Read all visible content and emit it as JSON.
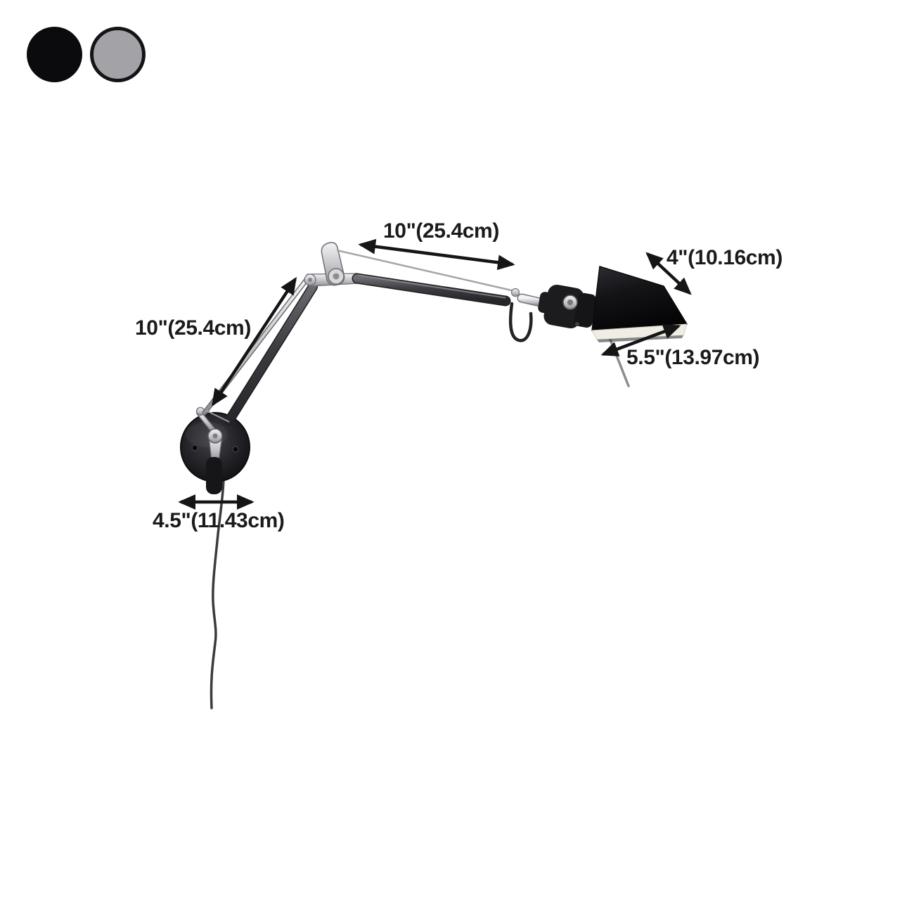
{
  "page": {
    "background": "#ffffff"
  },
  "swatches": {
    "items": [
      {
        "name": "black",
        "color": "#0b0b0d"
      },
      {
        "name": "gray",
        "color": "#a2a2a7",
        "ring": "#141416"
      }
    ]
  },
  "dimensions": {
    "upper_arm": "10\"(25.4cm)",
    "lower_arm": "10\"(25.4cm)",
    "shade_height": "4\"(10.16cm)",
    "shade_width": "5.5\"(13.97cm)",
    "base_width": "4.5\"(11.43cm)"
  }
}
